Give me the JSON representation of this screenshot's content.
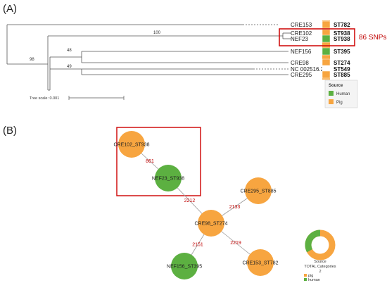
{
  "panel_a": {
    "label": "(A)",
    "leaves": [
      {
        "name": "CRE153",
        "st": "ST782",
        "source": "pig"
      },
      {
        "name": "CRE102",
        "st": "ST938",
        "source": "pig"
      },
      {
        "name": "NEF23",
        "st": "ST938",
        "source": "human"
      },
      {
        "name": "NEF156",
        "st": "ST395",
        "source": "human"
      },
      {
        "name": "CRE98",
        "st": "ST274",
        "source": "pig"
      },
      {
        "name": "NC 002516.2",
        "st": "ST549",
        "source": "none"
      },
      {
        "name": "CRE295",
        "st": "ST885",
        "source": "pig"
      }
    ],
    "bootstrap": {
      "b100": "100",
      "b98": "98",
      "b48": "48",
      "b49": "49"
    },
    "snp_label": "86 SNPs",
    "tree_scale_label": "Tree scale: 0.001",
    "legend": {
      "title": "Source",
      "items": [
        {
          "label": "Human",
          "color": "#5cb041"
        },
        {
          "label": "Pig",
          "color": "#f7a540"
        }
      ]
    }
  },
  "panel_b": {
    "label": "(B)",
    "nodes": [
      {
        "id": "n1",
        "label": "CRE102_ST938",
        "source": "pig"
      },
      {
        "id": "n2",
        "label": "NEF23_ST938",
        "source": "human"
      },
      {
        "id": "n3",
        "label": "CRE295_ST885",
        "source": "pig"
      },
      {
        "id": "n4",
        "label": "CRE98_ST274",
        "source": "pig"
      },
      {
        "id": "n5",
        "label": "NEF156_ST395",
        "source": "human"
      },
      {
        "id": "n6",
        "label": "CRE153_ST782",
        "source": "pig"
      }
    ],
    "edges": [
      {
        "from": "n1",
        "to": "n2",
        "label": "861"
      },
      {
        "from": "n2",
        "to": "n4",
        "label": "2212"
      },
      {
        "from": "n3",
        "to": "n4",
        "label": "2133"
      },
      {
        "from": "n4",
        "to": "n5",
        "label": "2151"
      },
      {
        "from": "n4",
        "to": "n6",
        "label": "2219"
      }
    ],
    "donut_caption_1": "Source",
    "donut_caption_2": "TOTAL Categories",
    "donut_caption_3": "2",
    "donut_legend": [
      {
        "label": "pig",
        "color": "#f7a540"
      },
      {
        "label": "human",
        "color": "#5cb041"
      }
    ],
    "donut_fractions": {
      "pig": 0.67,
      "human": 0.33
    }
  },
  "colors": {
    "pig": "#f7a540",
    "human": "#5cb041",
    "highlight": "#d01010",
    "edge_label": "#c00000"
  }
}
